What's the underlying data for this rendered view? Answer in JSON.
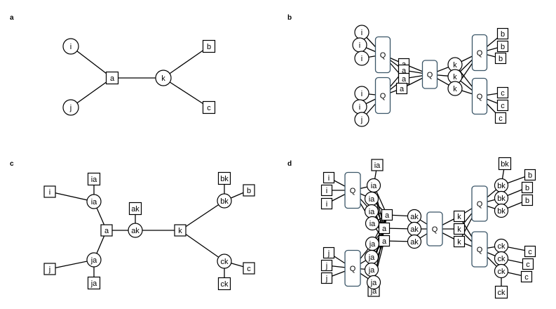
{
  "panels": {
    "a": {
      "label": "a",
      "nodes": [
        "i",
        "j",
        "a",
        "k",
        "b",
        "c"
      ]
    },
    "b": {
      "label": "b",
      "q_label": "Q",
      "left_top_circles": [
        "i",
        "i",
        "i"
      ],
      "left_bottom_circles": [
        "i",
        "i",
        "j"
      ],
      "mid_squares": [
        "a",
        "a",
        "a",
        "a"
      ],
      "mid_circles": [
        "k",
        "k",
        "k"
      ],
      "right_top_squares": [
        "b",
        "b",
        "b"
      ],
      "right_bottom_squares": [
        "c",
        "c",
        "c"
      ]
    },
    "c": {
      "label": "c",
      "squares": {
        "i": "i",
        "ia": "ia",
        "a": "a",
        "ak": "ak",
        "k": "k",
        "bk": "bk",
        "b": "b",
        "j": "j",
        "ja": "ja",
        "ck": "ck",
        "c": "c"
      },
      "circles": {
        "ia": "ia",
        "ak": "ak",
        "bk": "bk",
        "ja": "ja",
        "ck": "ck"
      }
    },
    "d": {
      "label": "d",
      "q_label": "Q",
      "top_square": "ia",
      "bottom_square": "ja",
      "left_top_squares": [
        "i",
        "i",
        "i"
      ],
      "left_top_circles": [
        "ia",
        "ia",
        "ia",
        "ia"
      ],
      "left_bottom_squares": [
        "j",
        "j",
        "j"
      ],
      "left_bottom_circles": [
        "ja",
        "ja",
        "ja",
        "ja"
      ],
      "mid_a_squares": [
        "a",
        "a",
        "a"
      ],
      "mid_ak_circles": [
        "ak",
        "ak",
        "ak"
      ],
      "mid_k_squares": [
        "k",
        "k",
        "k"
      ],
      "bk_square": "bk",
      "bk_circles": [
        "bk",
        "bk",
        "bk"
      ],
      "b_squares": [
        "b",
        "b",
        "b"
      ],
      "ck_circles": [
        "ck",
        "ck",
        "ck"
      ],
      "ck_square": "ck",
      "c_squares": [
        "c",
        "c",
        "c"
      ]
    }
  }
}
